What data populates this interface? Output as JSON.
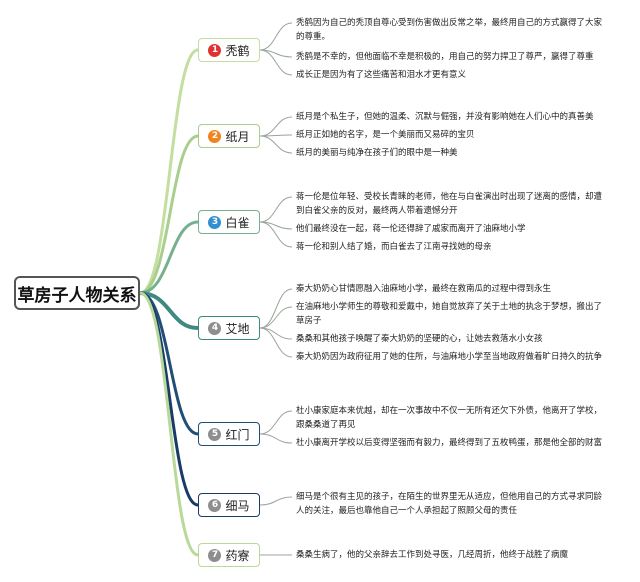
{
  "root": {
    "label": "草房子人物关系"
  },
  "colors": {
    "badge_red": "#e0332f",
    "badge_orange": "#f0851d",
    "badge_blue": "#2f8fd1",
    "badge_gray": "#8e8e8e",
    "branch_light": "#b9d89a",
    "branch_mid": "#67a38a",
    "branch_dark": "#1b3b6b"
  },
  "nodes": [
    {
      "num": "1",
      "label": "秃鹤",
      "badge_color": "#e0332f",
      "branch_color": "#c3de9e",
      "leaves": [
        "秃鹤因为自己的秃顶自尊心受到伤害做出反常之举，最终用自己的方式赢得了大家的尊重。",
        "秃鹤是不幸的，但他面临不幸是积极的，用自己的努力捍卫了尊严，赢得了尊重",
        "成长正是因为有了这些痛苦和泪水才更有意义"
      ]
    },
    {
      "num": "2",
      "label": "纸月",
      "badge_color": "#f0851d",
      "branch_color": "#a8cf8e",
      "leaves": [
        "纸月是个私生子，但她的温柔、沉默与倔强，并没有影响她在人们心中的真善美",
        "纸月正如她的名字，是一个美丽而又易碎的宝贝",
        "纸月的美丽与纯净在孩子们的眼中是一种美"
      ]
    },
    {
      "num": "3",
      "label": "白雀",
      "badge_color": "#2f8fd1",
      "branch_color": "#77b08e",
      "leaves": [
        "蒋一伦是位年轻、受校长青睐的老师，他在与白雀演出时出现了迷离的感情，却遭到白雀父亲的反对，最终两人带着遗憾分开",
        "他们最终没在一起，蒋一伦还得辞了戚家而离开了油麻地小学",
        "蒋一伦和别人结了婚，而白雀去了江南寻找她的母亲"
      ]
    },
    {
      "num": "4",
      "label": "艾地",
      "badge_color": "#8e8e8e",
      "branch_color": "#3f8a80",
      "leaves": [
        "秦大奶奶心甘情愿融入油麻地小学，最终在救南瓜的过程中得到永生",
        "在油麻地小学师生的尊敬和爱戴中，她自觉放弃了关于土地的执念于梦想，搬出了草房子",
        "桑桑和其他孩子唤醒了秦大奶奶的坚硬的心，让她去救落水小女孩",
        "秦大奶奶因为政府征用了她的住所，与油麻地小学至当地政府做着旷日持久的抗争"
      ]
    },
    {
      "num": "5",
      "label": "红门",
      "badge_color": "#8e8e8e",
      "branch_color": "#1f4f76",
      "leaves": [
        "杜小康家庭本来优越，却在一次事故中不仅一无所有还欠下外债，他离开了学校，跟桑桑道了再见",
        "杜小康离开学校以后变得坚强而有毅力，最终得到了五枚鸭蛋，那是他全部的财富"
      ]
    },
    {
      "num": "6",
      "label": "细马",
      "badge_color": "#8e8e8e",
      "branch_color": "#1a3a68",
      "leaves": [
        "细马是个很有主见的孩子，在陌生的世界里无从适应，但他用自己的方式寻求同龄人的关注，最后也靠他自己一个人承担起了照顾父母的责任"
      ]
    },
    {
      "num": "7",
      "label": "药寮",
      "badge_color": "#8e8e8e",
      "branch_color": "#b8d99a",
      "leaves": [
        "桑桑生病了，他的父亲辞去工作到处寻医，几经周折，他终于战胜了病魔"
      ]
    }
  ]
}
